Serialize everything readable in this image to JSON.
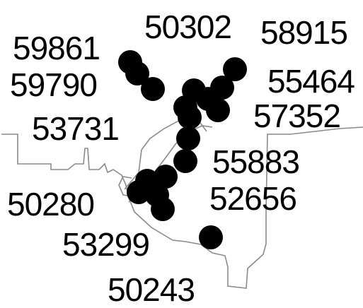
{
  "map": {
    "labels": [
      {
        "id": "label-50302",
        "text": "50302"
      },
      {
        "id": "label-58915",
        "text": "58915"
      },
      {
        "id": "label-59861",
        "text": "59861"
      },
      {
        "id": "label-59790",
        "text": "59790"
      },
      {
        "id": "label-55464",
        "text": "55464"
      },
      {
        "id": "label-57352",
        "text": "57352"
      },
      {
        "id": "label-53731",
        "text": "53731"
      },
      {
        "id": "label-55883",
        "text": "55883"
      },
      {
        "id": "label-52656",
        "text": "52656"
      },
      {
        "id": "label-50280",
        "text": "50280"
      },
      {
        "id": "label-53299",
        "text": "53299"
      },
      {
        "id": "label-50243",
        "text": "50243"
      }
    ],
    "colors": {
      "boundary": "#8a8a8a",
      "marker": "#000000",
      "text": "#000000",
      "background": "#ffffff"
    }
  }
}
